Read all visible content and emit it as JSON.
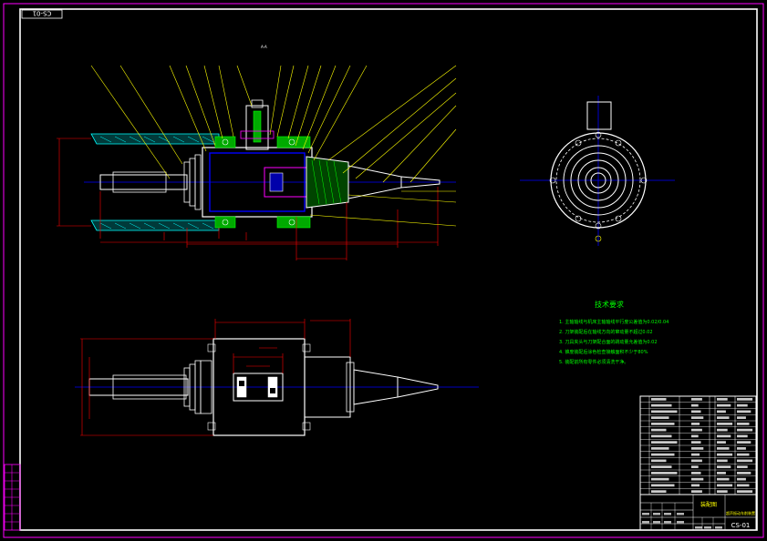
{
  "sheet": {
    "drawing_number_top": "CS-01",
    "drawing_number_titleblock": "CS-01"
  },
  "colors": {
    "background": "#000000",
    "frame": "#ff00ff",
    "outline": "#ffffff",
    "leader": "#ffff00",
    "centerline": "#0000ff",
    "hatch": "#00ffff",
    "dimension": "#ff0000",
    "notes": "#00ff00",
    "part_green": "#00aa00"
  },
  "tech_requirements": {
    "title": "技术要求",
    "items": [
      "1. 主轴轴线与机床主轴轴线平行度公差值为0.02/0.04",
      "2. 刀架装配后在轴线方向的窜动量不超过0.02",
      "3. 刀具夹头与刀架配合面的跳动量允差值为0.02",
      "4. 锥度装配后涂色检查接触面积不少于80%",
      "5. 装配前所有零件必须清洗干净。"
    ]
  },
  "title_block": {
    "drawing_title": "装配图",
    "part_name": "超声振动车削装置",
    "drawing_number": "CS-01"
  },
  "view_label": "A-A"
}
